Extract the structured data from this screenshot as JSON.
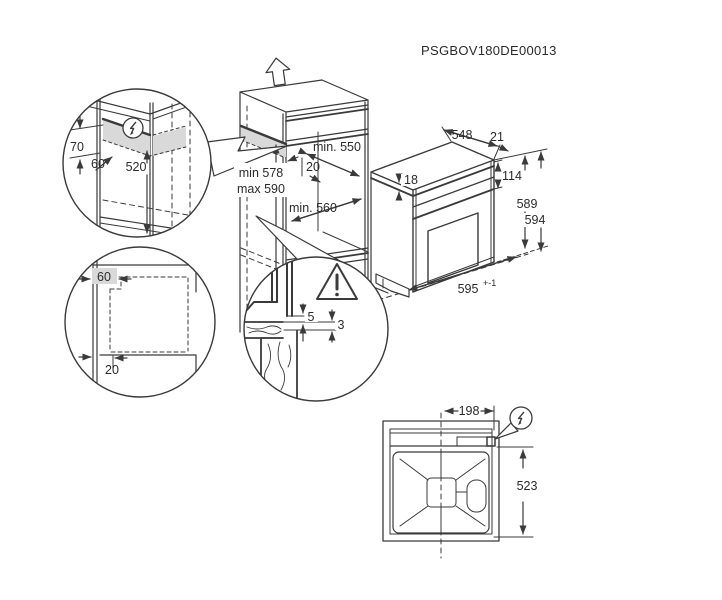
{
  "header": {
    "code": "PSGBOV180DE00013"
  },
  "colors": {
    "line": "#3a3a3a",
    "shade": "#d9d9d9",
    "background": "#ffffff"
  },
  "icons": {
    "electrical": "lightning-bolt",
    "warning": "warning-triangle",
    "direction": "up-arrow"
  },
  "cabinet": {
    "depth_top": "min. 550",
    "front_gap": "20",
    "height_min": "min 578",
    "height_max": "max 590",
    "depth_bottom": "min. 560"
  },
  "detail_electrical": {
    "zone_height": "70",
    "zone_offset": "60",
    "zone_distance": "520"
  },
  "detail_plan": {
    "side_clearance": "60",
    "rear_gap": "20"
  },
  "detail_gap": {
    "gap_top": "5",
    "gap_bottom": "3"
  },
  "oven": {
    "depth": "548",
    "front_overhang": "21",
    "top_inset": "18",
    "panel_height": "114",
    "height_body": "589",
    "height_total": "594",
    "width": "595",
    "width_tolerance": "+-1"
  },
  "rear": {
    "connection_offset": "198",
    "connection_height": "523"
  }
}
